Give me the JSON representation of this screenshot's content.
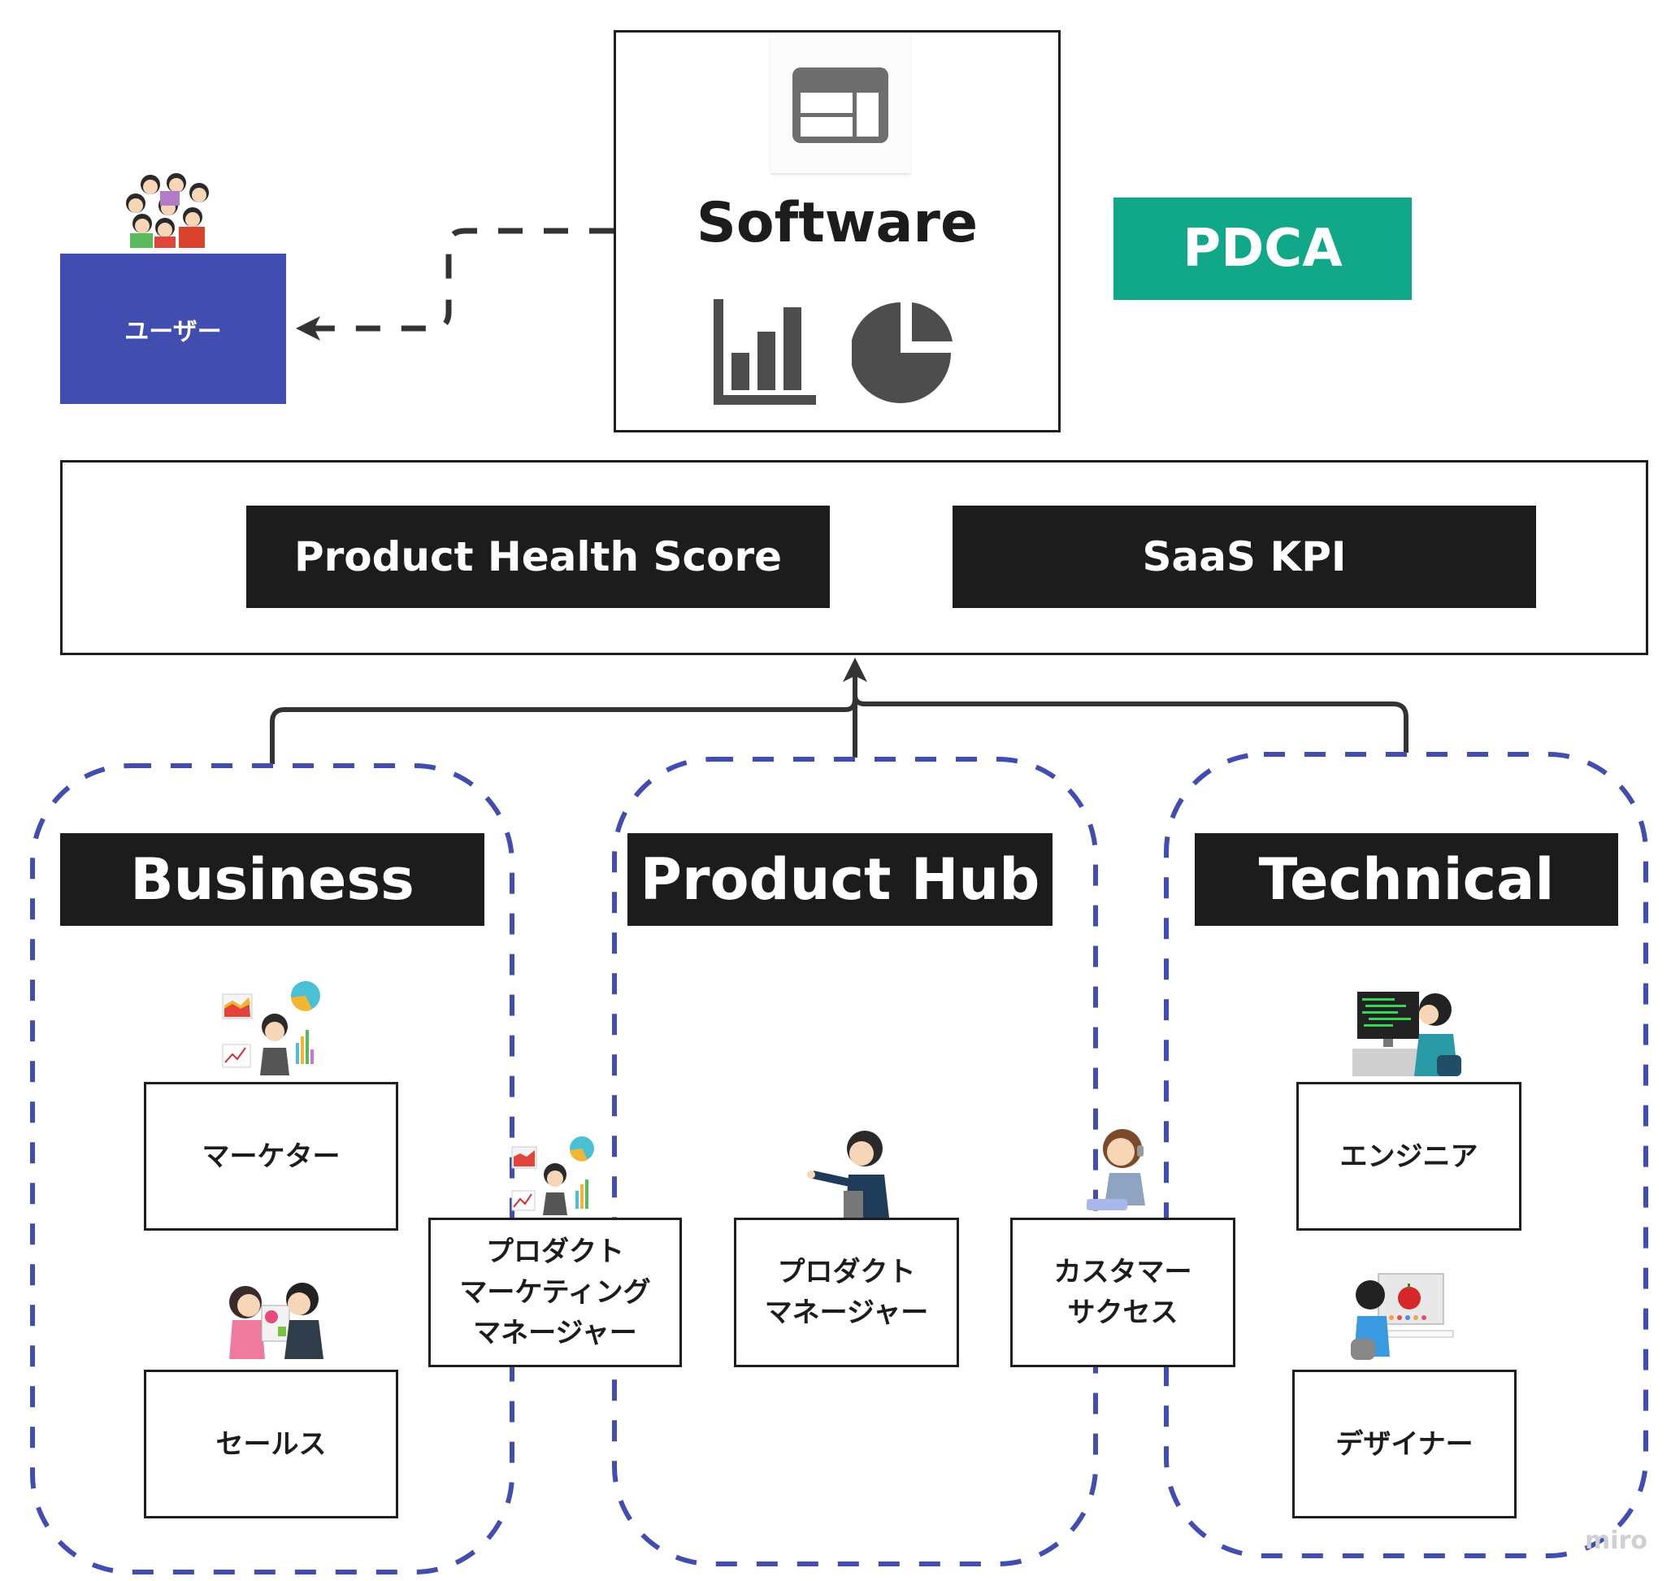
{
  "users": {
    "label": "ユーザー",
    "color": "#424DB0",
    "illustration": "group-of-cheering-children"
  },
  "software": {
    "title": "Software",
    "icons": [
      "web-layout-icon",
      "bar-chart-icon",
      "pie-chart-icon"
    ],
    "loop": "bidirectional-cycle-arrows"
  },
  "pdca": {
    "label": "PDCA",
    "color": "#10A888"
  },
  "metrics": {
    "items": [
      {
        "label": "Product Health Score"
      },
      {
        "label": "SaaS KPI"
      }
    ]
  },
  "groups": [
    {
      "title": "Business",
      "border_color": "#424DB0",
      "roles": [
        {
          "label": "マーケター",
          "illustration": "analyst-with-charts"
        },
        {
          "label": "セールス",
          "illustration": "sales-presentation"
        }
      ]
    },
    {
      "title": "Product Hub",
      "border_color": "#424DB0",
      "roles": [
        {
          "label": "プロダクト\nマーケティング\nマネージャー",
          "illustration": "analyst-with-charts"
        },
        {
          "label": "プロダクト\nマネージャー",
          "illustration": "manager-pointing-with-clipboard"
        },
        {
          "label": "カスタマー\nサクセス",
          "illustration": "support-agent-with-headset"
        }
      ]
    },
    {
      "title": "Technical",
      "border_color": "#424DB0",
      "roles": [
        {
          "label": "エンジニア",
          "illustration": "engineer-coding"
        },
        {
          "label": "デザイナー",
          "illustration": "designer-drawing"
        }
      ]
    }
  ],
  "watermark": "miro"
}
